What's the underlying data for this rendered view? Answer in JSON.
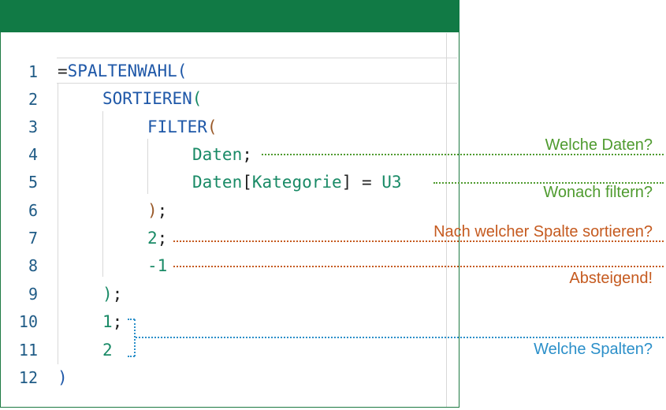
{
  "lines": [
    {
      "n": "1",
      "text": "=SPALTENWAHL("
    },
    {
      "n": "2",
      "text": "SORTIEREN("
    },
    {
      "n": "3",
      "text": "FILTER("
    },
    {
      "n": "4",
      "text": "Daten;"
    },
    {
      "n": "5",
      "text": "Daten[Kategorie] = U3"
    },
    {
      "n": "6",
      "text": ");"
    },
    {
      "n": "7",
      "text": "2;"
    },
    {
      "n": "8",
      "text": "-1"
    },
    {
      "n": "9",
      "text": ");"
    },
    {
      "n": "10",
      "text": "1;"
    },
    {
      "n": "11",
      "text": "2"
    },
    {
      "n": "12",
      "text": ")"
    }
  ],
  "annotations": {
    "welche_daten": "Welche Daten?",
    "wonach_filtern": "Wonach filtern?",
    "nach_spalte": "Nach welcher Spalte sortieren?",
    "absteigend": "Absteigend!",
    "welche_spalten": "Welche Spalten?"
  },
  "colors": {
    "header": "#117a45",
    "green_annotation": "#4f9b2f",
    "orange_annotation": "#c55a1f",
    "blue_annotation": "#2b8fc9"
  }
}
